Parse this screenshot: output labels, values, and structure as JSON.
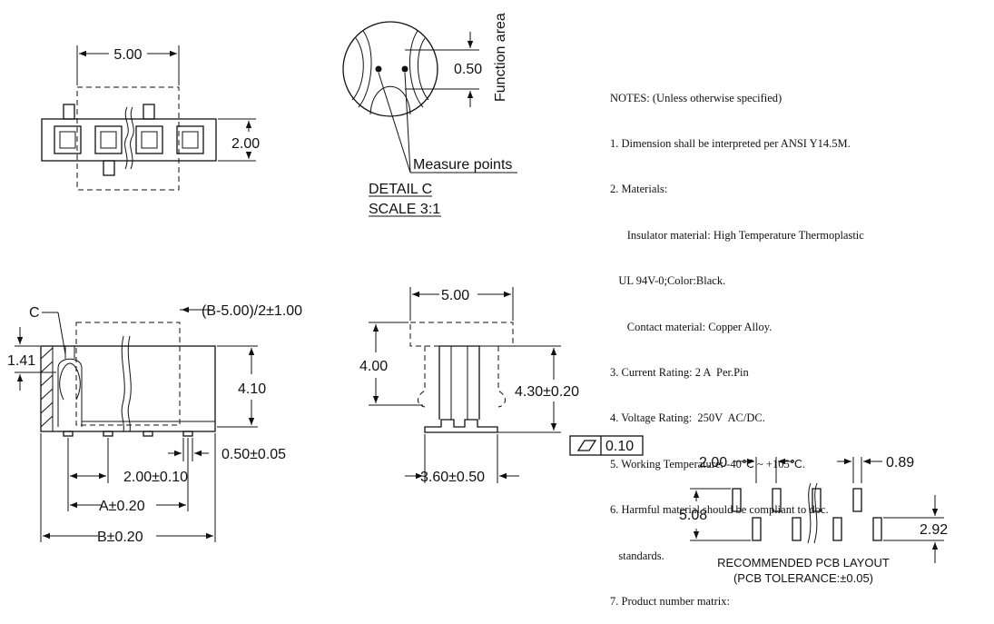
{
  "top_view": {
    "width_dim": "5.00",
    "height_dim": "2.00"
  },
  "detail": {
    "pitch_dim": "0.50",
    "function_area": "Function area",
    "measure_points": "Measure points",
    "title": "DETAIL C",
    "scale": "SCALE 3:1"
  },
  "notes": {
    "header": "NOTES: (Unless otherwise specified)",
    "items": [
      "1. Dimension shall be interpreted per ANSI Y14.5M.",
      "2. Materials:",
      "      Insulator material: High Temperature Thermoplastic",
      "   UL 94V-0;Color:Black.",
      "      Contact material: Copper Alloy.",
      "3. Current Rating: 2 A  Per.Pin",
      "4. Voltage Rating:  250V  AC/DC.",
      "5. Working Temperature: -40℃ ~ +105℃.",
      "6. Harmful material should be compliant to doc.",
      "   standards.",
      "7. Product number matrix:"
    ]
  },
  "front_view": {
    "detail_callout": "C",
    "offset_dim": "(B-5.00)/2±1.00",
    "height_141": "1.41",
    "height_410": "4.10",
    "lead_width": "0.50±0.05",
    "pitch": "2.00±0.10",
    "a_dim": "A±0.20",
    "b_dim": "B±0.20"
  },
  "side_view": {
    "width_dim": "5.00",
    "height_400": "4.00",
    "height_430": "4.30±0.20",
    "flatness": "0.10",
    "lead_span": "3.60±0.50"
  },
  "pcb_layout": {
    "pitch": "2.00",
    "pad_width": "0.89",
    "row_spacing": "5.08",
    "pad_length": "2.92",
    "title": "RECOMMENDED PCB LAYOUT",
    "tolerance": "(PCB TOLERANCE:±0.05)"
  }
}
